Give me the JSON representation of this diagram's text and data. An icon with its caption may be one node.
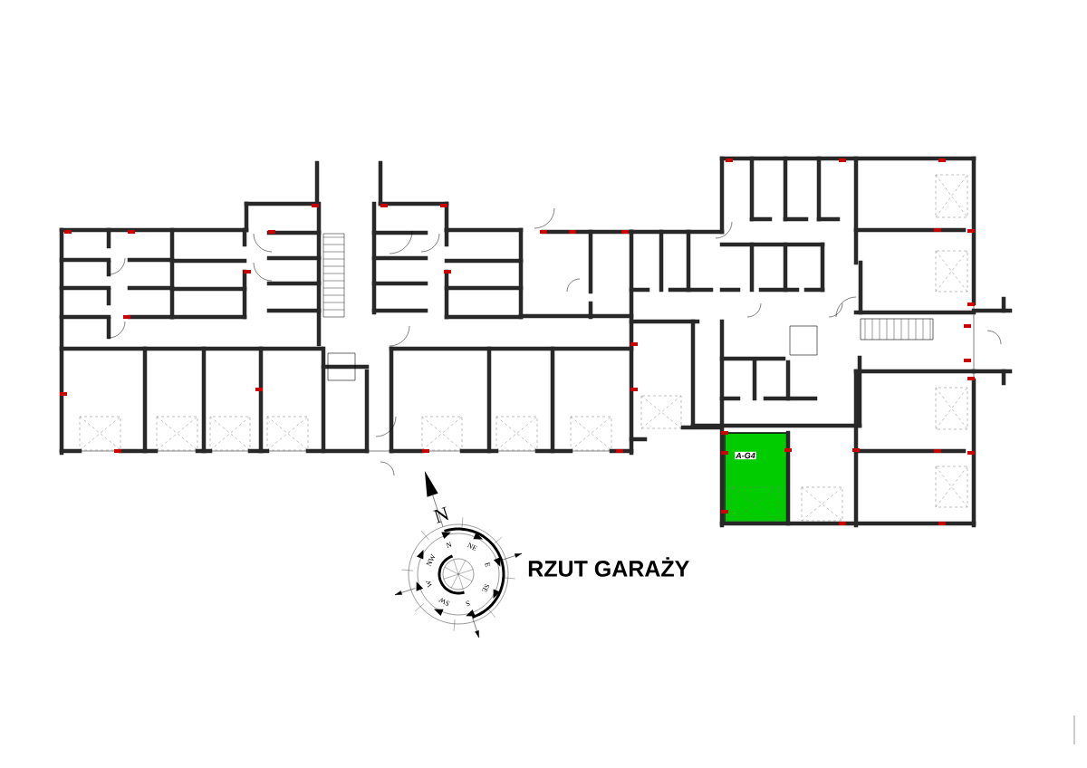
{
  "diagram": {
    "title": "RZUT GARAŻY",
    "nodes": [
      {
        "text": [
          "A-G4"
        ]
      }
    ],
    "labels": [
      "N",
      "N",
      "NE",
      "E",
      "SE",
      "S",
      "SW",
      "W",
      "NW"
    ]
  }
}
